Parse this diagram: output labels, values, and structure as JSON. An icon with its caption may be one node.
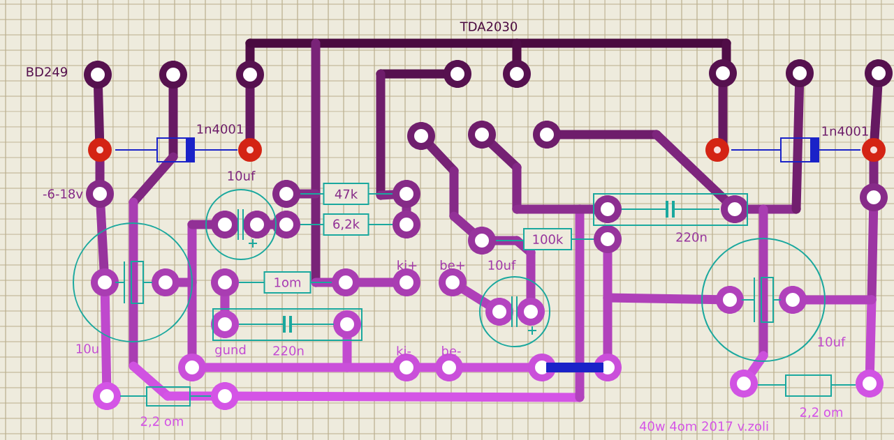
{
  "diagram": {
    "nodes": [
      {
        "text": [
          "47k"
        ]
      },
      {
        "text": [
          "6,2k"
        ]
      },
      {
        "text": [
          "1om"
        ]
      },
      {
        "text": [
          "100k"
        ]
      }
    ],
    "labels": [
      "TDA2030",
      "BD249",
      "1n4001",
      "1n4001",
      "10uf",
      "-6-18v",
      "220n",
      "ki+",
      "be+",
      "10uf",
      "10u",
      "gund",
      "220n",
      "ki-",
      "be-",
      "10uf",
      "2,2 om",
      "2,2 om",
      "40w 4om  2017 v.zoli"
    ]
  }
}
